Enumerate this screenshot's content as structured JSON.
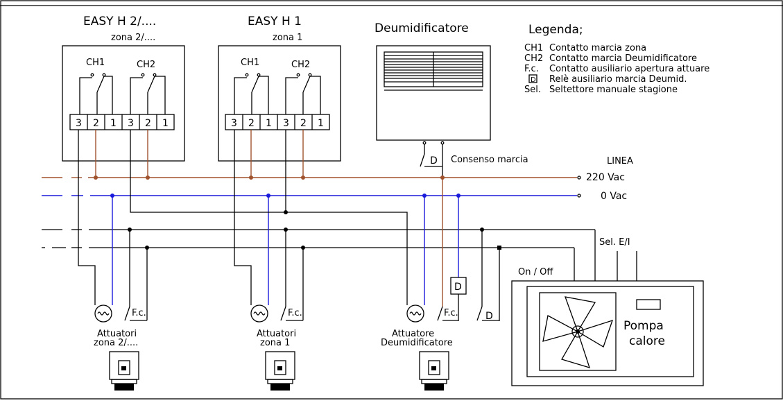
{
  "colors": {
    "live": "#a0522d",
    "neutral": "#1a1adc",
    "line": "#000000"
  },
  "units": {
    "u1": {
      "title": "EASY H  2/....",
      "zone": "zona  2/...."
    },
    "u2": {
      "title": "EASY H  1",
      "zone": "zona  1"
    }
  },
  "channels": {
    "ch1": "CH1",
    "ch2": "CH2"
  },
  "terminals": [
    "3",
    "2",
    "1",
    "3",
    "2",
    "1"
  ],
  "dehumidifier": {
    "title": "Deumidificatore",
    "relay": "D",
    "consent": "Consenso  marcia"
  },
  "legend": {
    "title": "Legenda;",
    "items": [
      {
        "key": "CH1",
        "desc": "Contatto  marcia  zona"
      },
      {
        "key": "CH2",
        "desc": "Contatto  marcia  Deumidificatore"
      },
      {
        "key": "F.c.",
        "desc": "Contatto  ausiliario  apertura  attuare"
      },
      {
        "key": "D",
        "desc": "Relè  ausiliario  marcia  Deumid."
      },
      {
        "key": "Sel.",
        "desc": "Seltettore  manuale  stagione"
      }
    ]
  },
  "line": {
    "title": "LINEA",
    "v220": "220  Vac",
    "v0": "0  Vac"
  },
  "actuators": {
    "a1": {
      "fc": "F.c.",
      "l1": "Attuatori",
      "l2": "zona  2/...."
    },
    "a2": {
      "fc": "F.c.",
      "l1": "Attuatori",
      "l2": "zona  1"
    },
    "a3": {
      "fc": "F.c.",
      "l1": "Attuatore",
      "l2": "Deumidificatore"
    }
  },
  "relay_label": "D",
  "heat_pump": {
    "onoff": "On  /  Off",
    "sel": "Sel.  E/I",
    "l1": "Pompa",
    "l2": "calore"
  }
}
